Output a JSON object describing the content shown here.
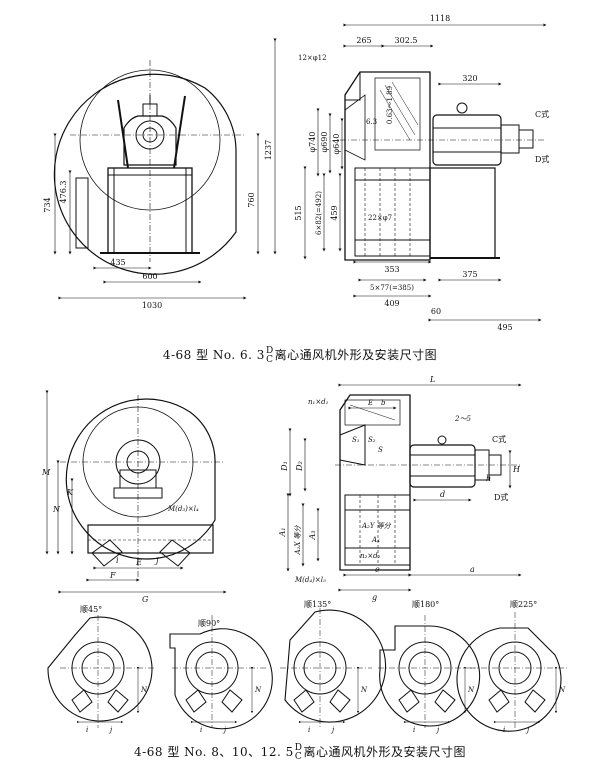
{
  "captions": {
    "top": {
      "prefix": "4-68 型 No. 6. 3",
      "frac_top": "D",
      "frac_bottom": "C",
      "suffix": "离心通风机外形及安装尺寸图"
    },
    "bottom": {
      "prefix": "4-68 型 No. 8、10、12. 5",
      "frac_top": "D",
      "frac_bottom": "C",
      "suffix": "离心通风机外形及安装尺寸图"
    }
  },
  "top_front_dims": {
    "d734": "734",
    "d476": "476.3",
    "d760": "760",
    "d1237": "1237",
    "d435": "435",
    "d600": "600",
    "d1030": "1030"
  },
  "top_side_dims": {
    "d1118": "1118",
    "d265": "265",
    "d302": "302.5",
    "d320": "320",
    "hole": "12×φ12",
    "d063": "0.63～1.89",
    "d63": "6.3",
    "phi740": "φ740",
    "phi690": "φ690",
    "phi640": "φ640",
    "d515": "515",
    "d6x82": "6×82(=492)",
    "d459": "459",
    "d22": "22×φ7",
    "d353": "353",
    "d5x77": "5×77(=385)",
    "d409": "409",
    "d375": "375",
    "d60": "60",
    "d495": "495",
    "drive_c": "C式",
    "drive_d": "D式"
  },
  "bottom_front_dims": {
    "M": "M",
    "N": "N",
    "K": "K",
    "Md": "M(d₃)×l₄",
    "E": "E",
    "F": "F",
    "G": "G",
    "i": "i",
    "j": "j"
  },
  "bottom_side_dims": {
    "L": "L",
    "n1d1": "n₁×d₁",
    "E": "E",
    "bmark": "b",
    "D1": "D₁",
    "D2": "D₂",
    "S1": "S₁",
    "S2": "S₂",
    "S": "S",
    "n3": "2～5",
    "drive_c": "C式",
    "drive_d": "D式",
    "A1": "A₁",
    "A2": "A₂X 等分",
    "A3": "A₃",
    "A4": "A₄",
    "A2label": "A₂Y 等分",
    "n2d2": "n₂×d₂",
    "Md4": "M(d₄)×l₅",
    "e": "e",
    "g": "g",
    "a": "a",
    "d": "d",
    "H": "H",
    "h": "h"
  },
  "rotations": [
    {
      "label": "顺45°"
    },
    {
      "label": "顺90°"
    },
    {
      "label": "顺135°"
    },
    {
      "label": "顺180°"
    },
    {
      "label": "顺225°"
    }
  ],
  "rot_dims": {
    "N": "N",
    "i": "i",
    "j": "j"
  }
}
